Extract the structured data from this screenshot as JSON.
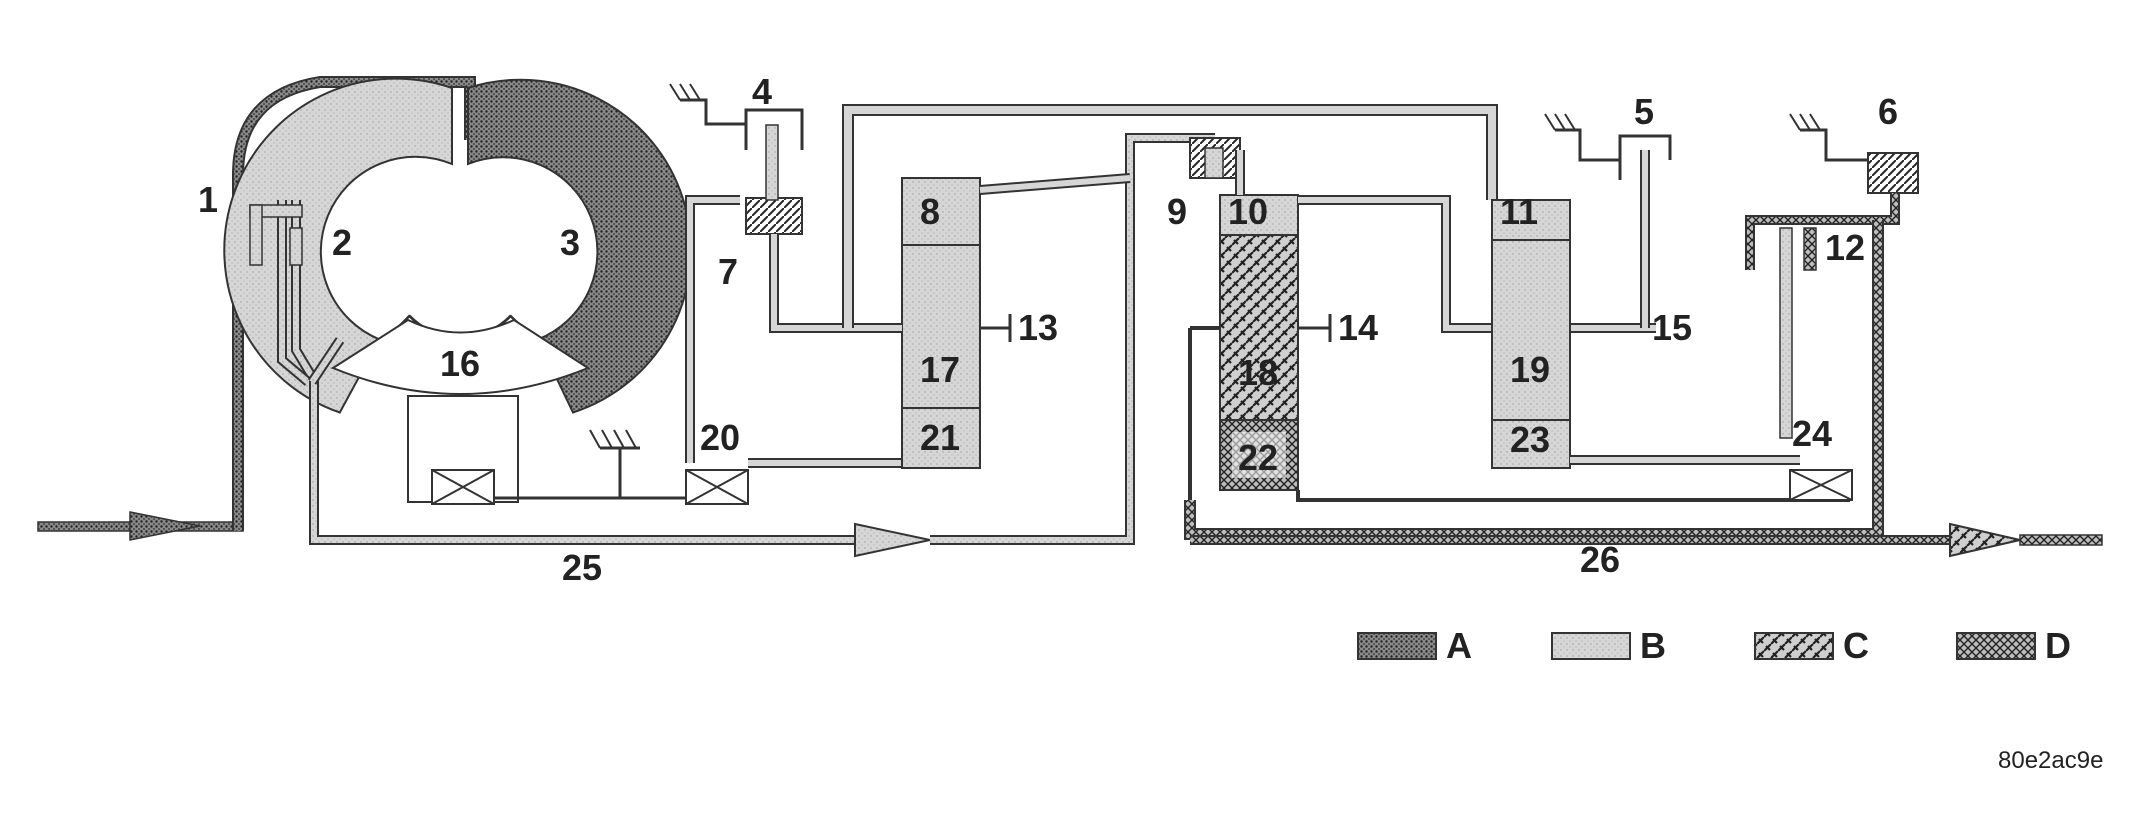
{
  "labels": {
    "n1": "1",
    "n2": "2",
    "n3": "3",
    "n4": "4",
    "n5": "5",
    "n6": "6",
    "n7": "7",
    "n8": "8",
    "n9": "9",
    "n10": "10",
    "n11": "11",
    "n12": "12",
    "n13": "13",
    "n14": "14",
    "n15": "15",
    "n16": "16",
    "n17": "17",
    "n18": "18",
    "n19": "19",
    "n20": "20",
    "n21": "21",
    "n22": "22",
    "n23": "23",
    "n24": "24",
    "n25": "25",
    "n26": "26"
  },
  "legend": {
    "a": "A",
    "b": "B",
    "c": "C",
    "d": "D"
  },
  "image_code": "80e2ac9e",
  "colors": {
    "line": "#333333",
    "fill_b": "#d4d4d4",
    "fill_a": "#7a7a7a"
  }
}
